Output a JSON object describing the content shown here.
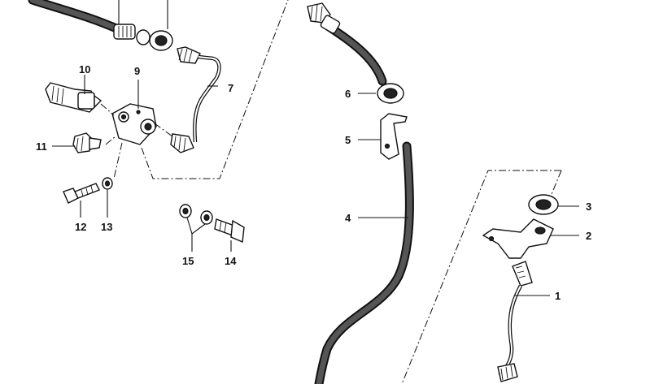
{
  "diagram": {
    "callouts": [
      {
        "id": "c1",
        "label": "1"
      },
      {
        "id": "c2",
        "label": "2"
      },
      {
        "id": "c3",
        "label": "3"
      },
      {
        "id": "c4",
        "label": "4"
      },
      {
        "id": "c5",
        "label": "5"
      },
      {
        "id": "c6",
        "label": "6"
      },
      {
        "id": "c7",
        "label": "7"
      },
      {
        "id": "c9",
        "label": "9"
      },
      {
        "id": "c10",
        "label": "10"
      },
      {
        "id": "c11",
        "label": "11"
      },
      {
        "id": "c12",
        "label": "12"
      },
      {
        "id": "c13",
        "label": "13"
      },
      {
        "id": "c14",
        "label": "14"
      },
      {
        "id": "c15",
        "label": "15"
      }
    ]
  }
}
